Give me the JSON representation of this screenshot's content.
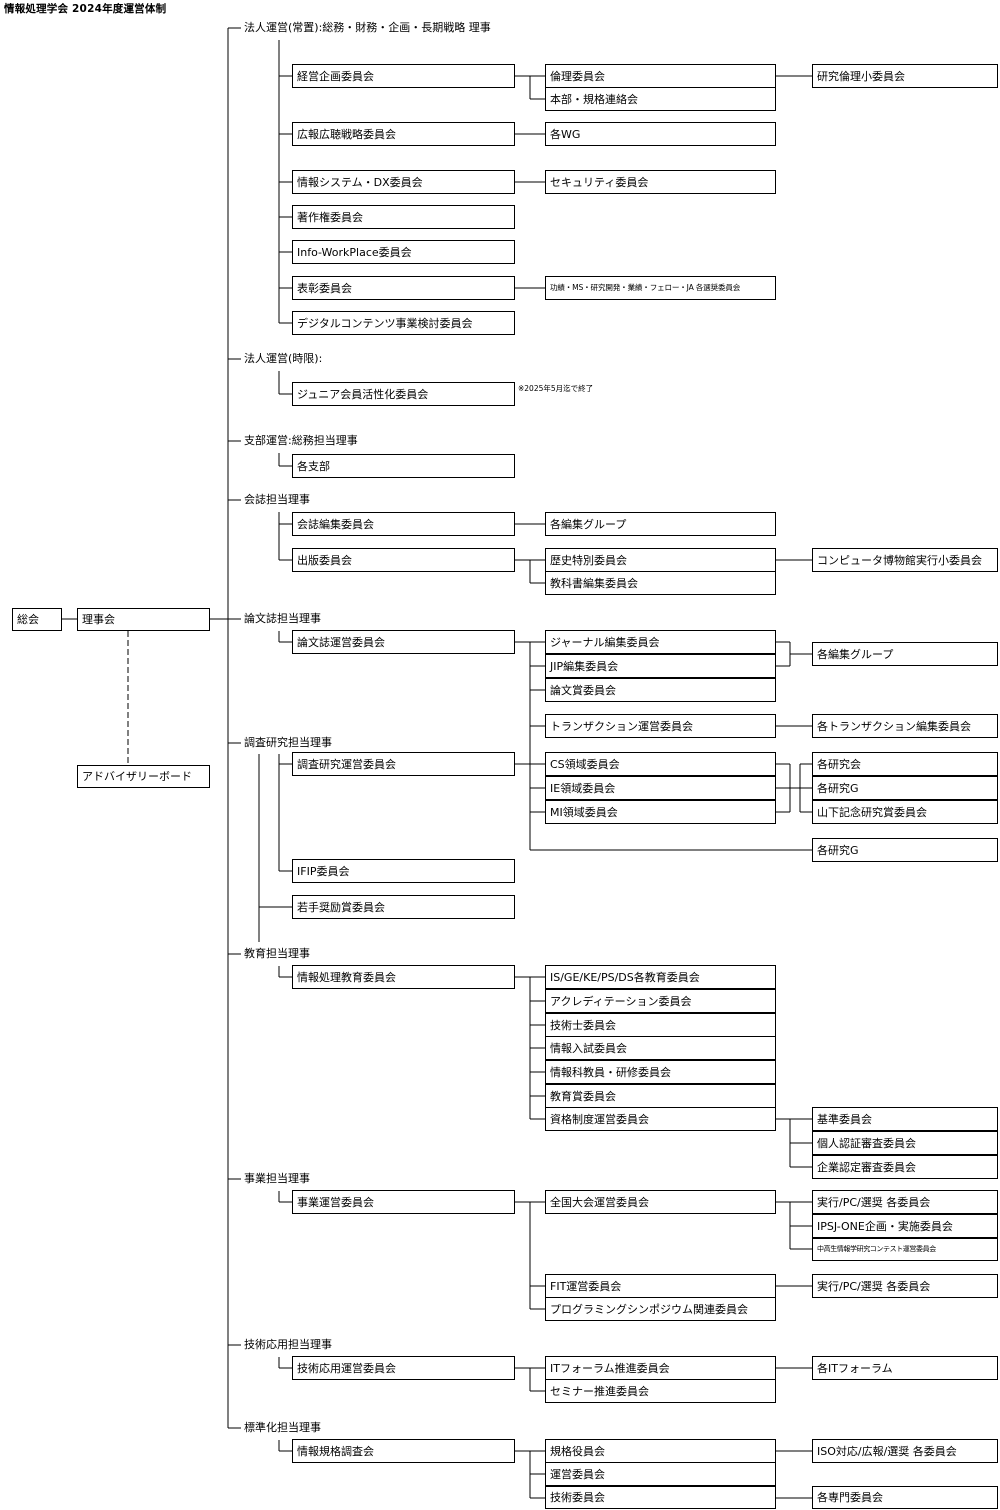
{
  "title": "情報処理学会 2024年度運営体制",
  "root": {
    "general_assembly": "総会",
    "board": "理事会",
    "advisory": "アドバイザリーボード"
  },
  "sections": {
    "corp_permanent": "法人運営(常置):総務・財務・企画・長期戦略 理事",
    "corp_temp": "法人運営(時限):",
    "branch": "支部運営:総務担当理事",
    "magazine": "会誌担当理事",
    "journal": "論文誌担当理事",
    "research": "調査研究担当理事",
    "education": "教育担当理事",
    "business": "事業担当理事",
    "tech_app": "技術応用担当理事",
    "standard": "標準化担当理事"
  },
  "nodes": {
    "keiei": "経営企画委員会",
    "rinri": "倫理委員会",
    "honbu": "本部・規格連絡会",
    "kenkyu_rinri": "研究倫理小委員会",
    "koho": "広報広聴戦略委員会",
    "wg": "各WG",
    "infosys": "情報システム・DX委員会",
    "security": "セキュリティ委員会",
    "chosakuken": "著作権委員会",
    "infowork": "Info-WorkPlace委員会",
    "hyosho": "表彰委員会",
    "hyosho_sub": "功績・MS・研究開発・業績・フェロー・JA 各選奨委員会",
    "digital": "デジタルコンテンツ事業検討委員会",
    "junior": "ジュニア会員活性化委員会",
    "junior_note": "※2025年5月迄で終了",
    "shibu": "各支部",
    "kaishi_henshu": "会誌編集委員会",
    "kaishi_group": "各編集グループ",
    "shuppan": "出版委員会",
    "rekishi": "歴史特別委員会",
    "computer_museum": "コンピュータ博物館実行小委員会",
    "kyokasho": "教科書編集委員会",
    "ronbun_unei": "論文誌運営委員会",
    "journal_henshu": "ジャーナル編集委員会",
    "jip": "JIP編集委員会",
    "ronbunsho": "論文賞委員会",
    "ronbun_group": "各編集グループ",
    "transaction": "トランザクション運営委員会",
    "transaction_each": "各トランザクション編集委員会",
    "chosa_unei": "調査研究運営委員会",
    "cs": "CS領域委員会",
    "ie": "IE領域委員会",
    "mi": "MI領域委員会",
    "kenkyukai": "各研究会",
    "kenkyu_g1": "各研究G",
    "yamashita": "山下記念研究賞委員会",
    "kenkyu_g2": "各研究G",
    "ifip": "IFIP委員会",
    "wakate": "若手奨励賞委員会",
    "kyoiku_unei": "情報処理教育委員会",
    "is_ge": "IS/GE/KE/PS/DS各教育委員会",
    "accreditation": "アクレディテーション委員会",
    "gijutsushi": "技術士委員会",
    "nyushi": "情報入試委員会",
    "kyoin": "情報科教員・研修委員会",
    "kyoikusho": "教育賞委員会",
    "shikaku": "資格制度運営委員会",
    "kijun": "基準委員会",
    "kojin_ninsho": "個人認証審査委員会",
    "kigyo_nintei": "企業認定審査委員会",
    "jigyo_unei": "事業運営委員会",
    "zenkoku": "全国大会運営委員会",
    "zenkoku_sub1": "実行/PC/選奨 各委員会",
    "ipsj_one": "IPSJ-ONE企画・実施委員会",
    "chukosei": "中高生情報学研究コンテスト運営委員会",
    "fit": "FIT運営委員会",
    "fit_sub": "実行/PC/選奨 各委員会",
    "programming": "プログラミングシンポジウム関連委員会",
    "gijutsu_unei": "技術応用運営委員会",
    "it_forum": "ITフォーラム推進委員会",
    "it_forum_each": "各ITフォーラム",
    "seminar": "セミナー推進委員会",
    "kikaku_chosa": "情報規格調査会",
    "kikaku_yakuin": "規格役員会",
    "unei_iin": "運営委員会",
    "gijutsu_iin": "技術委員会",
    "iso": "ISO対応/広報/選奨 各委員会",
    "senmon": "各専門委員会"
  }
}
